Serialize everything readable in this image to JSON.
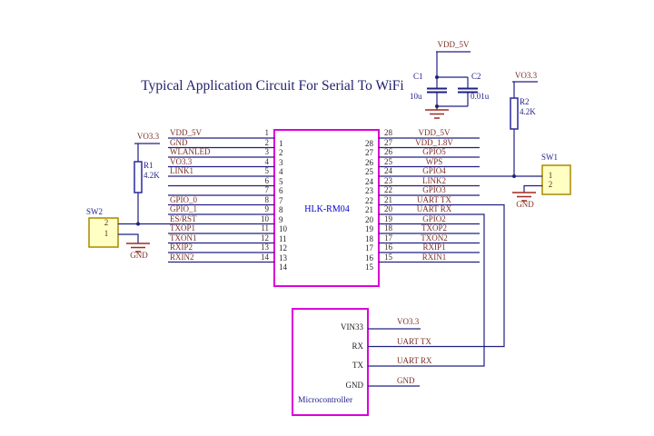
{
  "title": "Typical Application Circuit For Serial To WiFi",
  "module": {
    "name": "HLK-RM04",
    "left_pins": [
      {
        "num": "1",
        "label": "VDD_5V"
      },
      {
        "num": "2",
        "label": "GND"
      },
      {
        "num": "3",
        "label": "WLANLED"
      },
      {
        "num": "4",
        "label": "VO3.3"
      },
      {
        "num": "5",
        "label": "LINK1"
      },
      {
        "num": "6",
        "label": ""
      },
      {
        "num": "7",
        "label": ""
      },
      {
        "num": "8",
        "label": "GPIO_0"
      },
      {
        "num": "9",
        "label": "GPIO_1"
      },
      {
        "num": "10",
        "label": "ES/RST"
      },
      {
        "num": "11",
        "label": "TXOP1"
      },
      {
        "num": "12",
        "label": "TXON1"
      },
      {
        "num": "13",
        "label": "RXIP2"
      },
      {
        "num": "14",
        "label": "RXIN2"
      }
    ],
    "right_pins": [
      {
        "num": "28",
        "label": "VDD_5V"
      },
      {
        "num": "27",
        "label": "VDD_1.8V"
      },
      {
        "num": "26",
        "label": "GPIO5"
      },
      {
        "num": "25",
        "label": "WPS"
      },
      {
        "num": "24",
        "label": "GPIO4"
      },
      {
        "num": "23",
        "label": "LINK2"
      },
      {
        "num": "22",
        "label": "GPIO3"
      },
      {
        "num": "21",
        "label": "UART TX"
      },
      {
        "num": "20",
        "label": "UART RX"
      },
      {
        "num": "19",
        "label": "GPIO2"
      },
      {
        "num": "18",
        "label": "TXOP2"
      },
      {
        "num": "17",
        "label": "TXON2"
      },
      {
        "num": "16",
        "label": "RXIP1"
      },
      {
        "num": "15",
        "label": "RXIN1"
      }
    ]
  },
  "power_rail": {
    "net": "VDD_5V",
    "capacitors": [
      {
        "ref": "C1",
        "value": "10u"
      },
      {
        "ref": "C2",
        "value": "0.01u"
      }
    ]
  },
  "reset_circuit_left": {
    "net": "VO3.3",
    "resistor": {
      "ref": "R1",
      "value": "4.2K"
    },
    "switch": {
      "ref": "SW2",
      "pin_top": "2",
      "pin_bottom": "1"
    },
    "ground": "GND"
  },
  "wps_circuit_right": {
    "net": "VO3.3",
    "resistor": {
      "ref": "R2",
      "value": "4.2K"
    },
    "switch": {
      "ref": "SW1",
      "pin_top": "1",
      "pin_bottom": "2"
    },
    "ground": "GND"
  },
  "microcontroller": {
    "name": "Microcontroller",
    "pins": [
      "VIN33",
      "RX",
      "TX",
      "GND"
    ],
    "nets": [
      "VO3.3",
      "UART TX",
      "UART RX",
      "GND"
    ]
  },
  "colors": {
    "wire": "#202080",
    "net_label": "#7b3025",
    "module_border": "#dc00dc",
    "module_name": "#0000cc",
    "ground": "#9b2d20",
    "switch_fill": "#ffffc4",
    "switch_border": "#a88a00",
    "title": "#22226e"
  }
}
